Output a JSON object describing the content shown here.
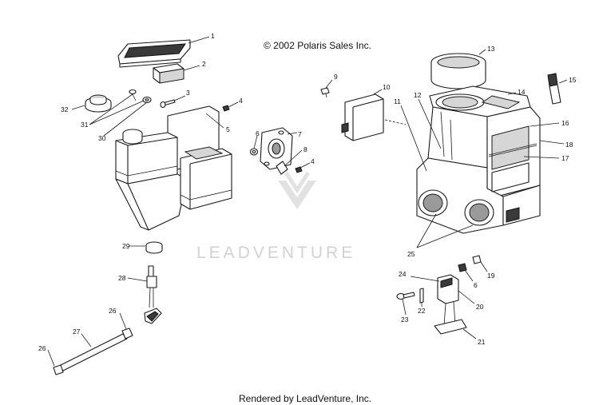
{
  "copyright": "© 2002 Polaris Sales Inc.",
  "footer": "Rendered by LeadVenture, Inc.",
  "watermark": "LEADVENTURE",
  "callouts": {
    "c1": "1",
    "c2": "2",
    "c3": "3",
    "c4a": "4",
    "c4b": "4",
    "c5": "5",
    "c6a": "6",
    "c6b": "6",
    "c7": "7",
    "c8": "8",
    "c9": "9",
    "c10": "10",
    "c11": "11",
    "c12": "12",
    "c13": "13",
    "c14": "14",
    "c15": "15",
    "c16": "16",
    "c17": "17",
    "c18": "18",
    "c19": "19",
    "c20": "20",
    "c21": "21",
    "c22": "22",
    "c23": "23",
    "c24": "24",
    "c25": "25",
    "c26a": "26",
    "c26b": "26",
    "c27": "27",
    "c28": "28",
    "c29": "29",
    "c30": "30",
    "c31": "31",
    "c32": "32"
  }
}
